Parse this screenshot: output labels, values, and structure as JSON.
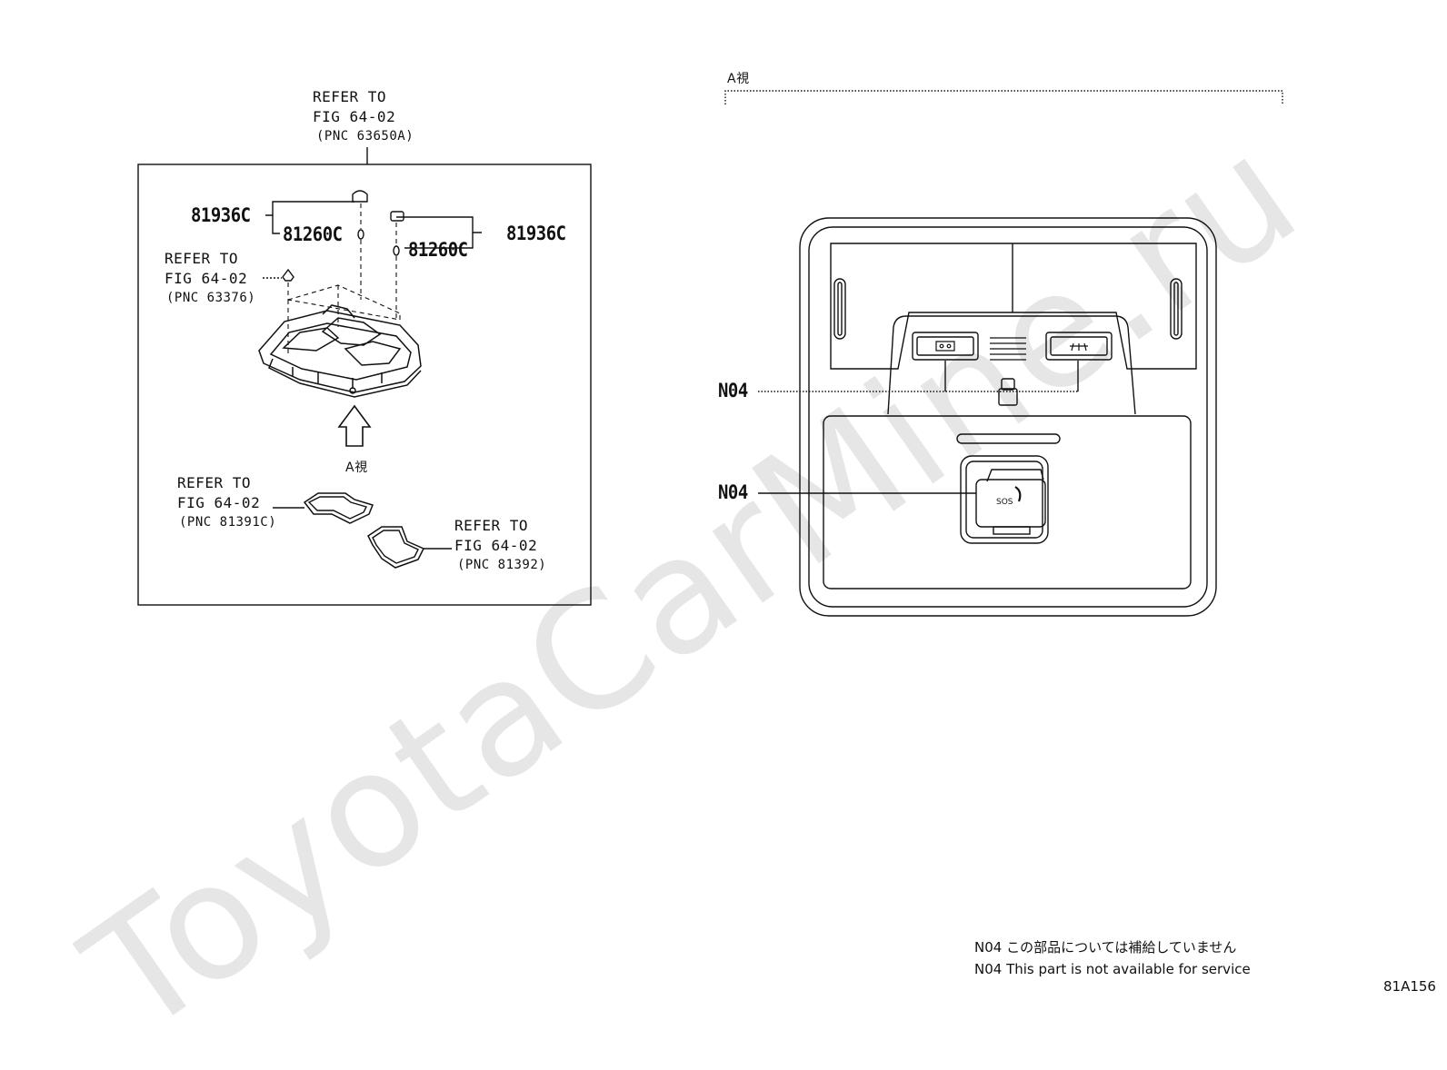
{
  "watermark": "ToyotaCarMine.ru",
  "left_panel": {
    "top_ref": {
      "line1": "REFER TO",
      "line2": "FIG 64-02",
      "line3": "(PNC 63650A)"
    },
    "parts": {
      "left_81936c": "81936C",
      "left_81260c": "81260C",
      "right_81936c": "81936C",
      "right_81260c": "81260C"
    },
    "ref_63376": {
      "line1": "REFER TO",
      "line2": "FIG 64-02",
      "line3": "(PNC 63376)"
    },
    "view_arrow_label": "A視",
    "ref_81391c": {
      "line1": "REFER TO",
      "line2": "FIG 64-02",
      "line3": "(PNC 81391C)"
    },
    "ref_81392": {
      "line1": "REFER TO",
      "line2": "FIG 64-02",
      "line3": "(PNC 81392)"
    }
  },
  "right_panel": {
    "view_title": "A視",
    "callout_upper": "N04",
    "callout_lower": "N04",
    "sos_label": "SOS"
  },
  "footnotes": {
    "jp": "N04 この部品については補給していません",
    "en": "N04 This part is not available for service"
  },
  "figure_id": "81A156"
}
